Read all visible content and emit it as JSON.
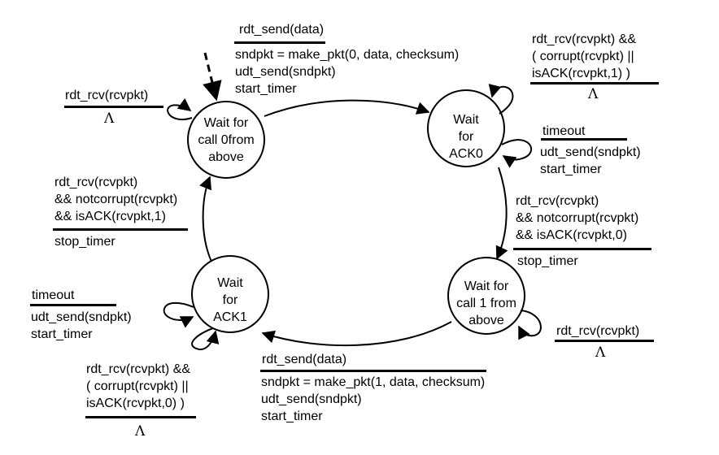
{
  "states": {
    "s0": [
      "Wait for",
      "call 0from",
      "above"
    ],
    "s1": [
      "Wait",
      "for",
      "ACK0"
    ],
    "s2": [
      "Wait for",
      "call 1 from",
      "above"
    ],
    "s3": [
      "Wait",
      "for",
      "ACK1"
    ]
  },
  "lambda": "Λ",
  "t_top": {
    "event": "rdt_send(data)",
    "actions": [
      "sndpkt = make_pkt(0, data, checksum)",
      "udt_send(sndpkt)",
      "start_timer"
    ]
  },
  "t_s0_self": {
    "event": "rdt_rcv(rcvpkt)"
  },
  "t_s1_ignore": {
    "event": [
      "rdt_rcv(rcvpkt) &&",
      "( corrupt(rcvpkt) ||",
      "isACK(rcvpkt,1) )"
    ]
  },
  "t_s1_timeout": {
    "event": "timeout",
    "actions": [
      "udt_send(sndpkt)",
      "start_timer"
    ]
  },
  "t_right": {
    "event": [
      "rdt_rcv(rcvpkt)",
      "&& notcorrupt(rcvpkt)",
      "&& isACK(rcvpkt,0)"
    ],
    "actions": [
      "stop_timer"
    ]
  },
  "t_s2_self": {
    "event": "rdt_rcv(rcvpkt)"
  },
  "t_bottom": {
    "event": "rdt_send(data)",
    "actions": [
      "sndpkt = make_pkt(1, data, checksum)",
      "udt_send(sndpkt)",
      "start_timer"
    ]
  },
  "t_s3_timeout": {
    "event": "timeout",
    "actions": [
      "udt_send(sndpkt)",
      "start_timer"
    ]
  },
  "t_s3_ignore": {
    "event": [
      "rdt_rcv(rcvpkt) &&",
      "( corrupt(rcvpkt) ||",
      "isACK(rcvpkt,0) )"
    ]
  },
  "t_left": {
    "event": [
      "rdt_rcv(rcvpkt)",
      "&& notcorrupt(rcvpkt)",
      "&& isACK(rcvpkt,1)"
    ],
    "actions": [
      "stop_timer"
    ]
  }
}
